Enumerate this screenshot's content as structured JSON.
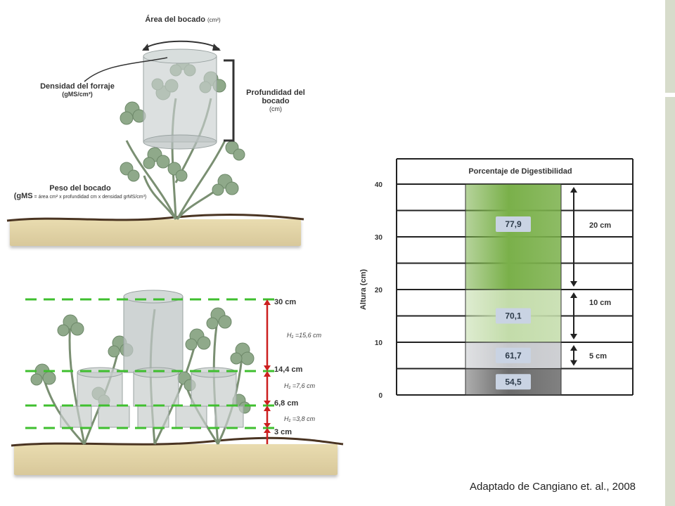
{
  "top_diagram": {
    "area_label": "Área del bocado",
    "area_unit": "(cm²)",
    "density_label": "Densidad del forraje",
    "density_unit": "(gMS/cm³)",
    "depth_label": "Profundidad del bocado",
    "depth_unit": "(cm)",
    "weight_label": "Peso del bocado",
    "weight_formula_main": "(gMS",
    "weight_formula_rest": " = área cm² x profundidad cm x densidad grMS/cm³)"
  },
  "bottom_diagram": {
    "heights": [
      "30 cm",
      "14,4 cm",
      "6,8 cm",
      "3 cm"
    ],
    "bite_depths": [
      "H₁ =15,6 cm",
      "H₁ =7,6 cm",
      "H₁ =3,8 cm"
    ]
  },
  "chart_data": {
    "type": "bar",
    "title": "Porcentaje de Digestibilidad",
    "ylabel": "Altura (cm)",
    "yticks": [
      "0",
      "10",
      "20",
      "30",
      "40"
    ],
    "ylim": [
      0,
      40
    ],
    "layers": [
      {
        "from": 0,
        "to": 5,
        "value": "54,5",
        "color": "#6b6b6b"
      },
      {
        "from": 5,
        "to": 10,
        "value": "61,7",
        "color": "#c6c8cc"
      },
      {
        "from": 10,
        "to": 20,
        "value": "70,1",
        "color": "#c3dcaa"
      },
      {
        "from": 20,
        "to": 40,
        "value": "77,9",
        "color": "#7ab04a"
      }
    ],
    "brackets": [
      "20 cm",
      "10 cm",
      "5 cm"
    ]
  },
  "credit": "Adaptado de Cangiano et. al., 2008"
}
